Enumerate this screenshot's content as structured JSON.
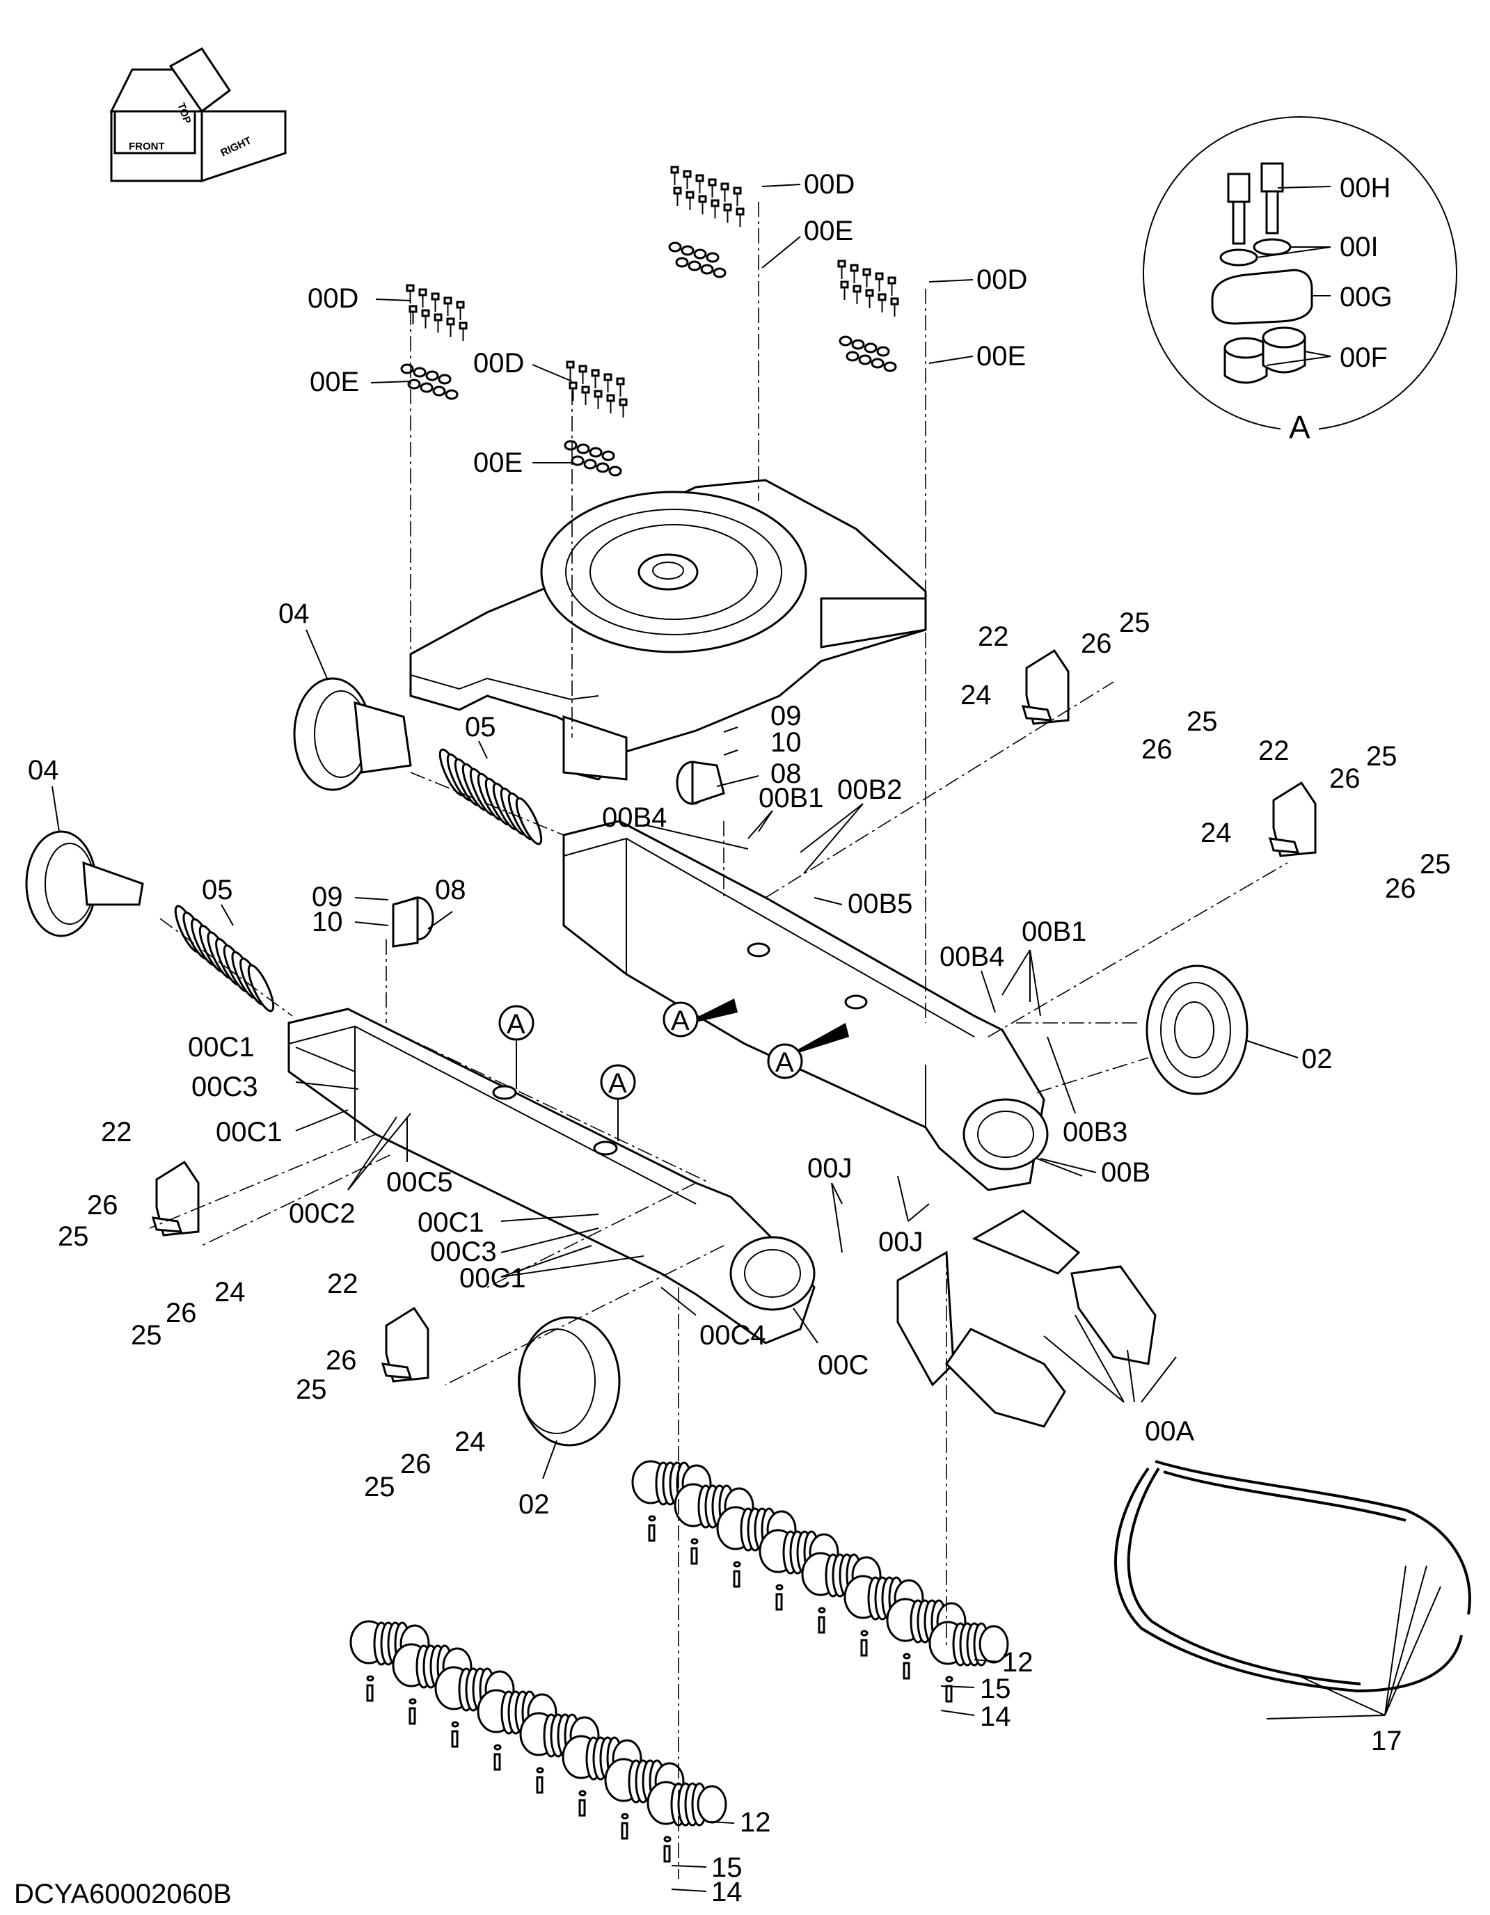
{
  "drawing_code": "DCYA60002060B",
  "orientation_cube": {
    "front": "FRONT",
    "top": "TOP",
    "right": "RIGHT"
  },
  "detail": {
    "label": "A"
  },
  "callouts": {
    "00A": "00A",
    "00B": "00B",
    "00B1": "00B1",
    "00B2": "00B2",
    "00B3": "00B3",
    "00B4": "00B4",
    "00B5": "00B5",
    "00C": "00C",
    "00C1": "00C1",
    "00C2": "00C2",
    "00C3": "00C3",
    "00C4": "00C4",
    "00C5": "00C5",
    "00D": "00D",
    "00E": "00E",
    "00F": "00F",
    "00G": "00G",
    "00H": "00H",
    "00I": "00I",
    "00J": "00J",
    "02": "02",
    "04": "04",
    "05": "05",
    "08": "08",
    "09": "09",
    "10": "10",
    "12": "12",
    "14": "14",
    "15": "15",
    "17": "17",
    "22": "22",
    "24": "24",
    "25": "25",
    "26": "26"
  }
}
